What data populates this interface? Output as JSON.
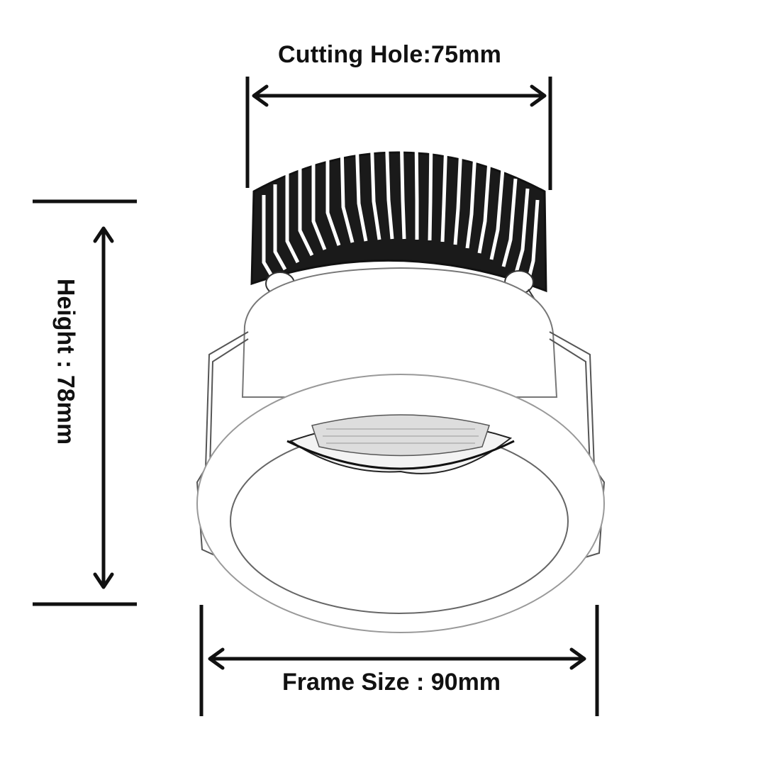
{
  "dimensions": {
    "cutting_hole": {
      "label": "Cutting Hole:75mm",
      "value": 75,
      "unit": "mm"
    },
    "height": {
      "label": "Height : 78mm",
      "value": 78,
      "unit": "mm"
    },
    "frame_size": {
      "label": "Frame Size : 90mm",
      "value": 90,
      "unit": "mm"
    }
  },
  "subject": "recessed-led-downlight-sketch",
  "colors": {
    "line": "#111111",
    "sketch": "#222222",
    "background": "#ffffff"
  }
}
